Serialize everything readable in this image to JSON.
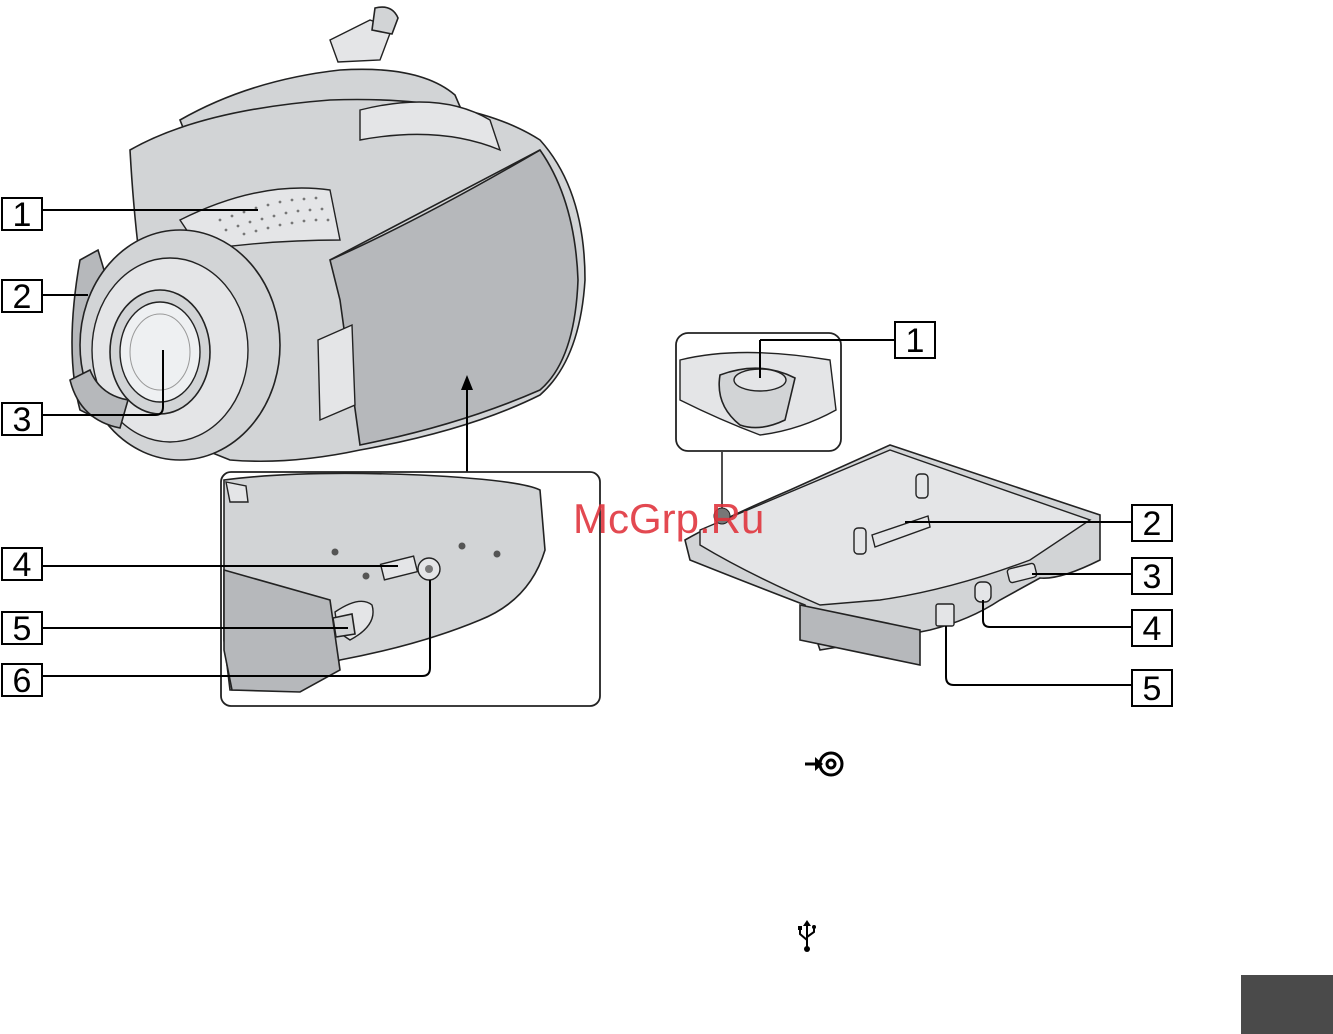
{
  "camera_callouts": [
    "1",
    "2",
    "3",
    "4",
    "5",
    "6"
  ],
  "station_callouts": [
    "1",
    "2",
    "3",
    "4",
    "5"
  ],
  "watermark": "McGrp.Ru",
  "icons": {
    "av_symbol": "dc-in-icon",
    "usb_symbol": "usb-icon"
  },
  "colors": {
    "watermark": "#e0313a",
    "page_tab": "#4a4a4a"
  }
}
